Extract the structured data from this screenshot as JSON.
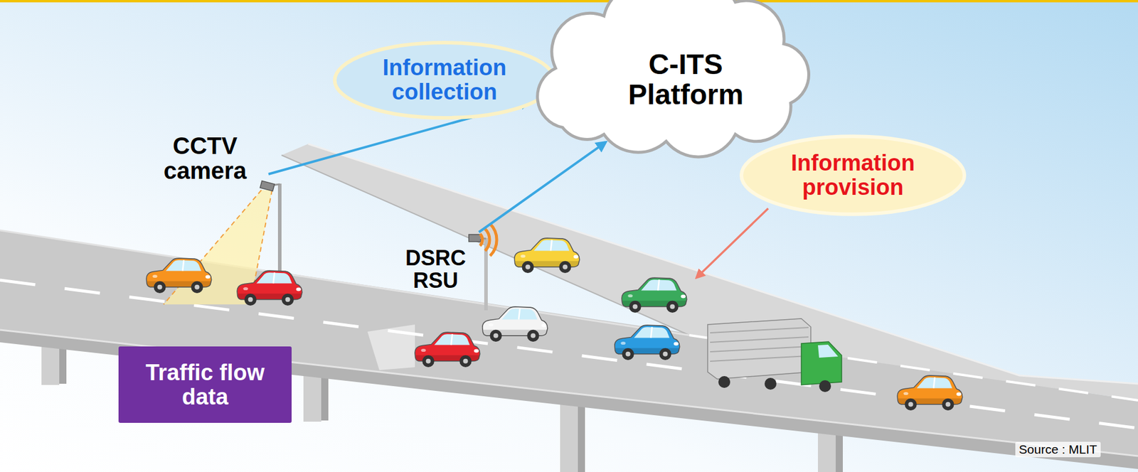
{
  "diagram": {
    "nodes": [
      {
        "text": [
          "Information collection"
        ]
      },
      {
        "text": [
          "C-ITS Platform"
        ]
      },
      {
        "text": [
          "Information provision"
        ]
      },
      {
        "text": [
          "Traffic flow data"
        ]
      }
    ],
    "labels": [
      "CCTV camera",
      "DSRC RSU",
      "Source : MLIT"
    ]
  }
}
